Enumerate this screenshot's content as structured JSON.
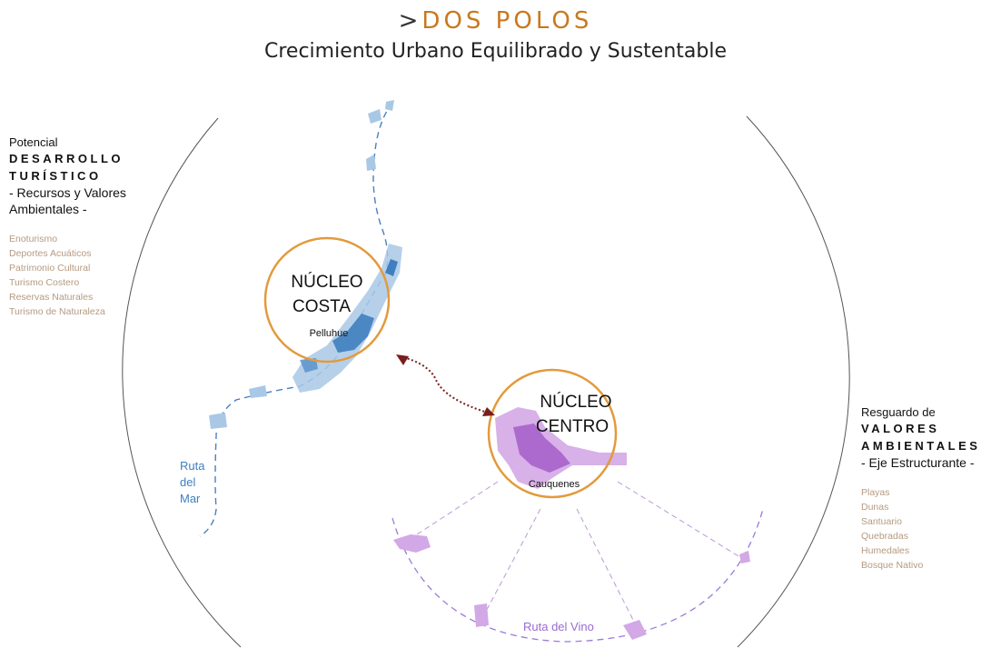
{
  "header": {
    "prefix": ">",
    "title": "DOS POLOS",
    "subtitle": "Crecimiento Urbano Equilibrado y Sustentable"
  },
  "left_panel": {
    "intro": "Potencial",
    "heading_line1": "DESARROLLO",
    "heading_line2": "TURÍSTICO",
    "subheading_line1": "- Recursos y Valores",
    "subheading_line2": "Ambientales -",
    "items": [
      "Enoturismo",
      "Deportes Acuáticos",
      "Patrimonio Cultural",
      "Turismo Costero",
      "Reservas Naturales",
      "Turismo de Naturaleza"
    ]
  },
  "right_panel": {
    "intro": "Resguardo de",
    "heading_line1": "VALORES",
    "heading_line2": "AMBIENTALES",
    "subheading": "- Eje Estructurante -",
    "items": [
      "Playas",
      "Dunas",
      "Santuario",
      "Quebradas",
      "Humedales",
      "Bosque Nativo"
    ]
  },
  "nodes": {
    "coast": {
      "line1": "NÚCLEO",
      "line2": "COSTA",
      "place": "Pelluhue"
    },
    "center": {
      "line1": "NÚCLEO",
      "line2": "CENTRO",
      "place": "Cauquenes"
    }
  },
  "routes": {
    "coastal_line1": "Ruta",
    "coastal_line2": "del",
    "coastal_line3": "Mar",
    "wine": "Ruta del Vino"
  },
  "colors": {
    "title": "#c9781e",
    "node_ring": "#e39a3c",
    "coast_light": "#a9c8e6",
    "coast_dark": "#3f7fbf",
    "wine_light": "#d3a8e6",
    "wine_dark": "#a45ec9",
    "connector": "#7a1d1d",
    "list_text": "#b59a80"
  }
}
